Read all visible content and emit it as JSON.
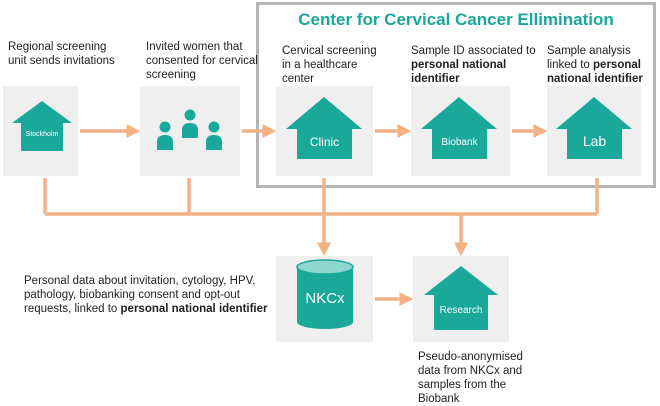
{
  "center": {
    "title": "Center for Cervical Cancer Ellimination"
  },
  "captions": {
    "regional": "Regional screening unit sends invitations",
    "invited": "Invited women that consented for cervical screening",
    "screening": "Cervical screening in a healthcare center",
    "sample_id_pre": "Sample ID associated to ",
    "sample_id_bold": "personal national identifier",
    "analysis_pre": "Sample analysis linked to ",
    "analysis_bold": "personal national identifier",
    "personal_pre": "Personal data about invitation, cytology, HPV, pathology, biobanking consent and opt-out requests, linked to ",
    "personal_bold": "personal national identifier",
    "pseudo": "Pseudo-anonymised data from NKCx and samples from the Biobank"
  },
  "nodes": {
    "stockholm": "Stockholm",
    "clinic": "Clinic",
    "biobank": "Biobank",
    "lab": "Lab",
    "nkcx": "NKCx",
    "research": "Research"
  },
  "colors": {
    "teal": "#1aa89a",
    "arrow": "#f4b183",
    "box": "#efefef",
    "frame": "#b4b4b4"
  },
  "icons": {
    "women": "people-icon",
    "database": "database-cylinder-icon"
  }
}
